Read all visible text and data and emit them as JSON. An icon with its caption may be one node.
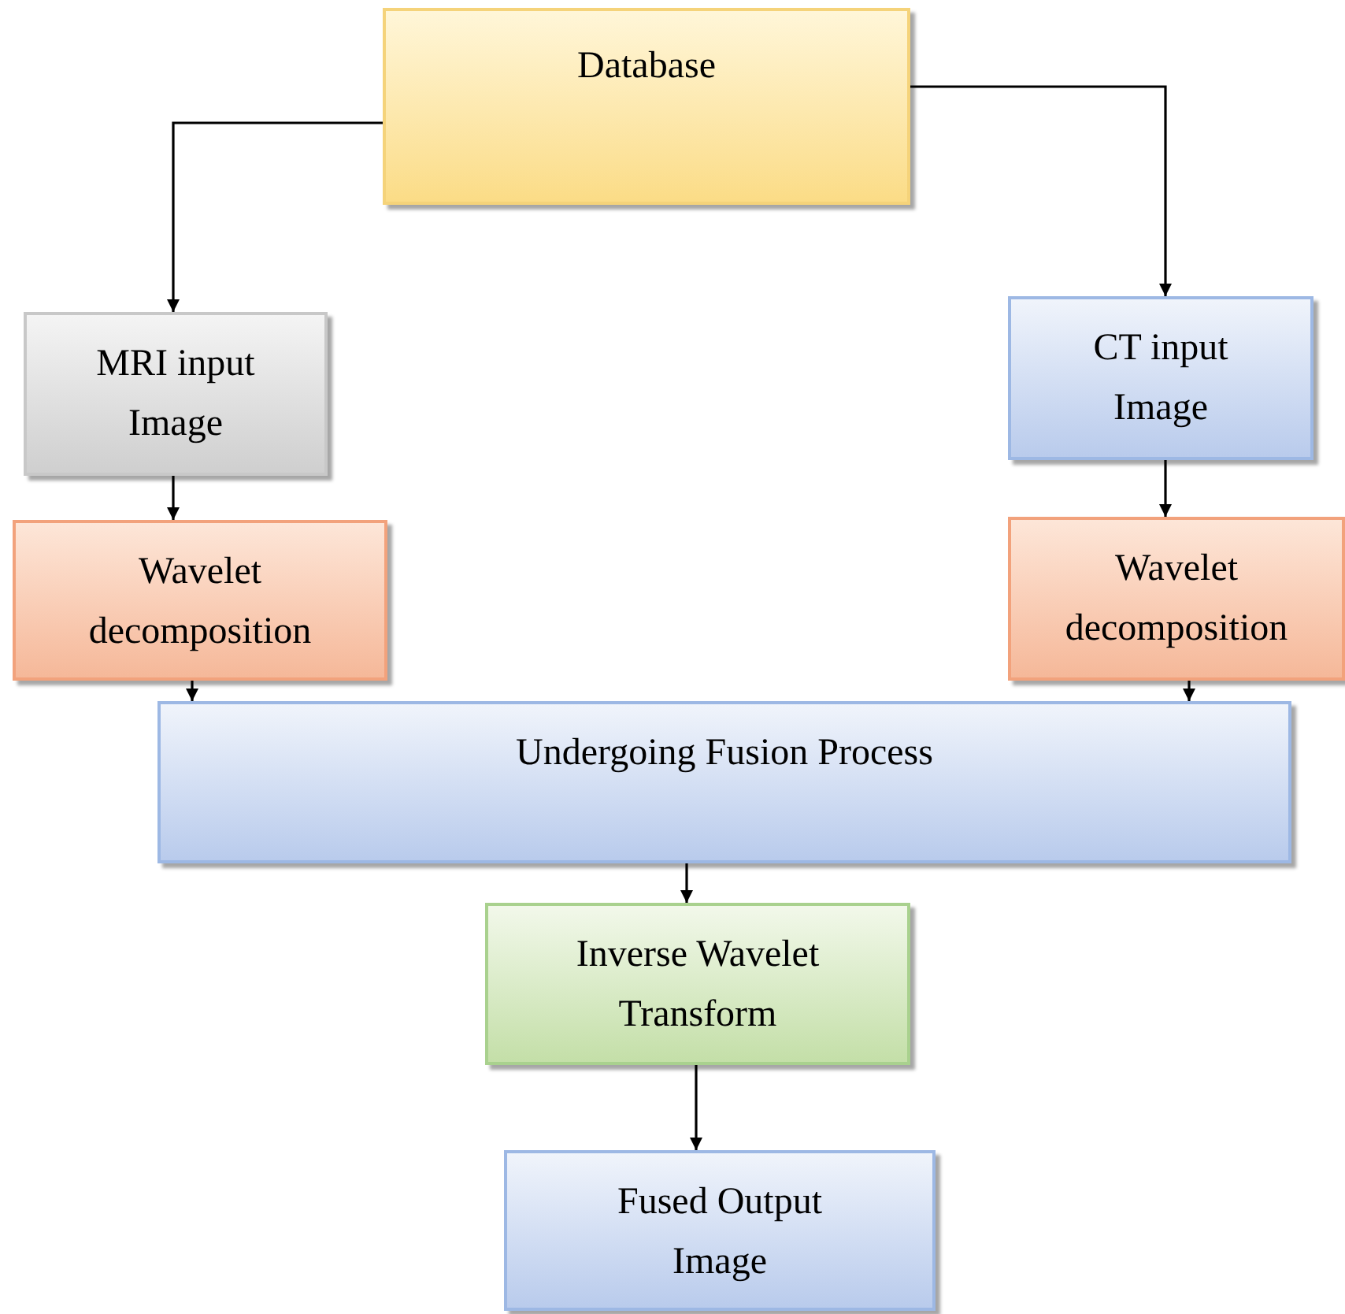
{
  "diagram": {
    "nodes": [
      {
        "text": [
          "Database"
        ]
      },
      {
        "text": [
          "MRI input Image"
        ]
      },
      {
        "text": [
          "Wavelet decomposition"
        ]
      },
      {
        "text": [
          "CT input Image"
        ]
      },
      {
        "text": [
          "Wavelet decomposition"
        ]
      },
      {
        "text": [
          "Undergoing Fusion Process"
        ]
      },
      {
        "text": [
          "Inverse Wavelet Transform"
        ]
      },
      {
        "text": [
          "Fused Output Image"
        ]
      }
    ],
    "edges": [
      {
        "from": 0,
        "to": 1,
        "arrow": "to"
      },
      {
        "from": 0,
        "to": 3,
        "arrow": "to"
      },
      {
        "from": 1,
        "to": 2,
        "arrow": "to"
      },
      {
        "from": 3,
        "to": 4,
        "arrow": "to"
      },
      {
        "from": 2,
        "to": 5,
        "arrow": "to"
      },
      {
        "from": 4,
        "to": 5,
        "arrow": "to"
      },
      {
        "from": 5,
        "to": 6,
        "arrow": "to"
      },
      {
        "from": 6,
        "to": 7,
        "arrow": "to"
      }
    ]
  }
}
